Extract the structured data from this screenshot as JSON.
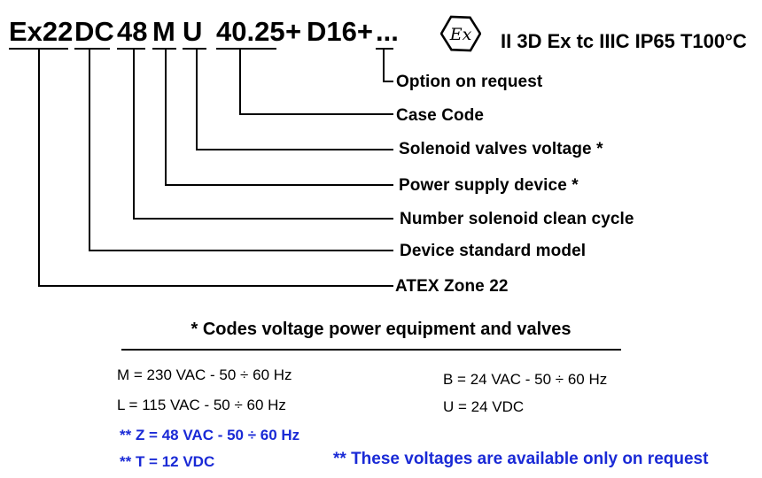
{
  "code": {
    "segments": [
      "Ex22",
      "DC",
      "48",
      "M",
      "U",
      "40.25",
      "+",
      "D16+",
      "..."
    ]
  },
  "certification": {
    "logo": "ex-hexagon-icon",
    "marking": "II 3D Ex tc IIIC IP65 T100°C"
  },
  "legend": [
    "Option on request",
    "Case Code",
    "Solenoid valves voltage *",
    "Power supply device *",
    "Number solenoid clean cycle",
    "Device standard model",
    "ATEX Zone 22"
  ],
  "voltage_table": {
    "title": "* Codes voltage power equipment and valves",
    "codes": [
      "M = 230 VAC - 50 ÷ 60 Hz",
      "L = 115 VAC - 50 ÷ 60 Hz",
      "B = 24 VAC - 50 ÷ 60 Hz",
      "U = 24 VDC"
    ],
    "on_request_codes": [
      "** Z = 48 VAC - 50 ÷ 60 Hz",
      "** T = 12 VDC"
    ],
    "on_request_note": "** These voltages are available only on request",
    "on_request_color": "#1a2ad6"
  }
}
